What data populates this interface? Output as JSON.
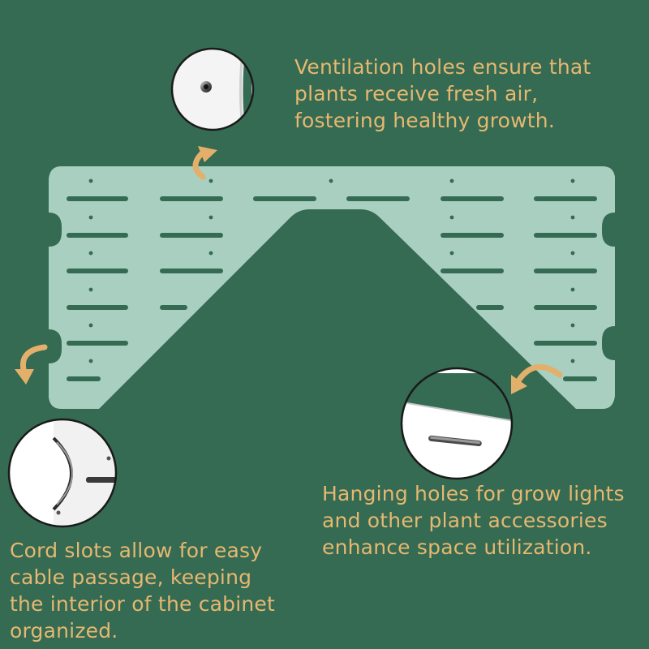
{
  "captions": {
    "ventilation": [
      "Ventilation holes ensure that",
      "plants receive fresh air,",
      "fostering healthy growth."
    ],
    "hanging": [
      "Hanging holes for grow lights",
      "and other plant accessories",
      "enhance space utilization."
    ],
    "cord": [
      "Cord slots allow for easy",
      "cable passage, keeping",
      "the interior of the cabinet",
      "organized."
    ]
  },
  "colors": {
    "background": "#356a53",
    "panel": "#a9cfc0",
    "caption_text": "#e6b870",
    "arrow": "#e2b06a",
    "callout_fill": "#ffffff"
  },
  "icons": {
    "ventilation_arrow": "curved-arrow-icon",
    "hanging_arrow": "curved-arrow-icon",
    "cord_arrow": "curved-arrow-icon"
  }
}
